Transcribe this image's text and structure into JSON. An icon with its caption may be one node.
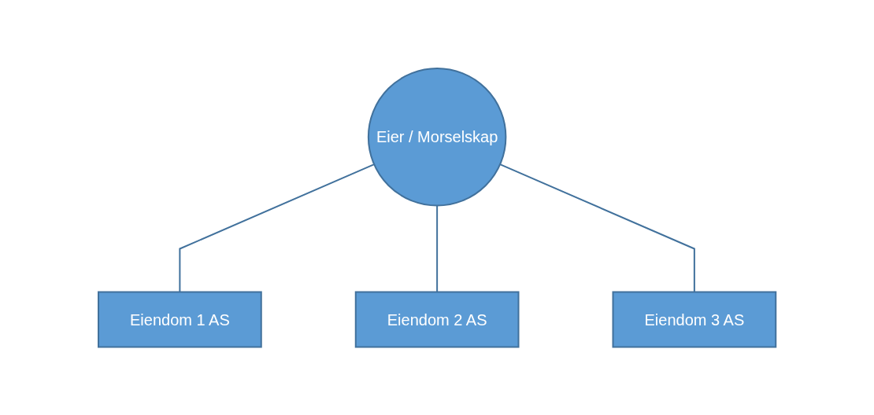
{
  "diagram": {
    "nodes": [
      {
        "text": [
          "Eier / Morselskap"
        ]
      },
      {
        "text": [
          "Eiendom 1 AS"
        ]
      },
      {
        "text": [
          "Eiendom 2 AS"
        ]
      },
      {
        "text": [
          "Eiendom 3 AS"
        ]
      }
    ],
    "edges": [
      {
        "from": 0,
        "to": 1,
        "arrow": "none"
      },
      {
        "from": 0,
        "to": 2,
        "arrow": "none"
      },
      {
        "from": 0,
        "to": 3,
        "arrow": "none"
      }
    ]
  }
}
